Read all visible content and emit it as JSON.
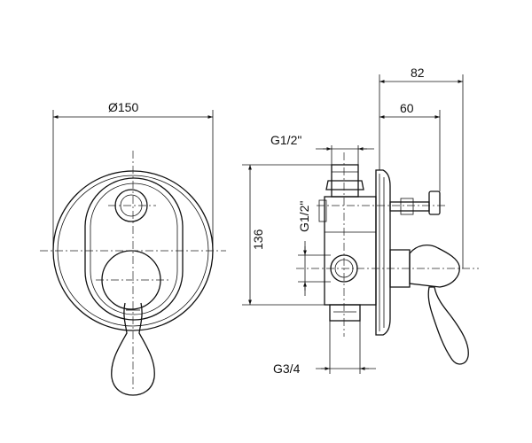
{
  "dimensions": {
    "front_diameter": "Ø150",
    "side_width_82": "82",
    "side_width_60": "60",
    "side_height_136": "136",
    "thread_top": "G1/2\"",
    "thread_mid": "G1/2\"",
    "thread_bottom": "G3/4"
  }
}
